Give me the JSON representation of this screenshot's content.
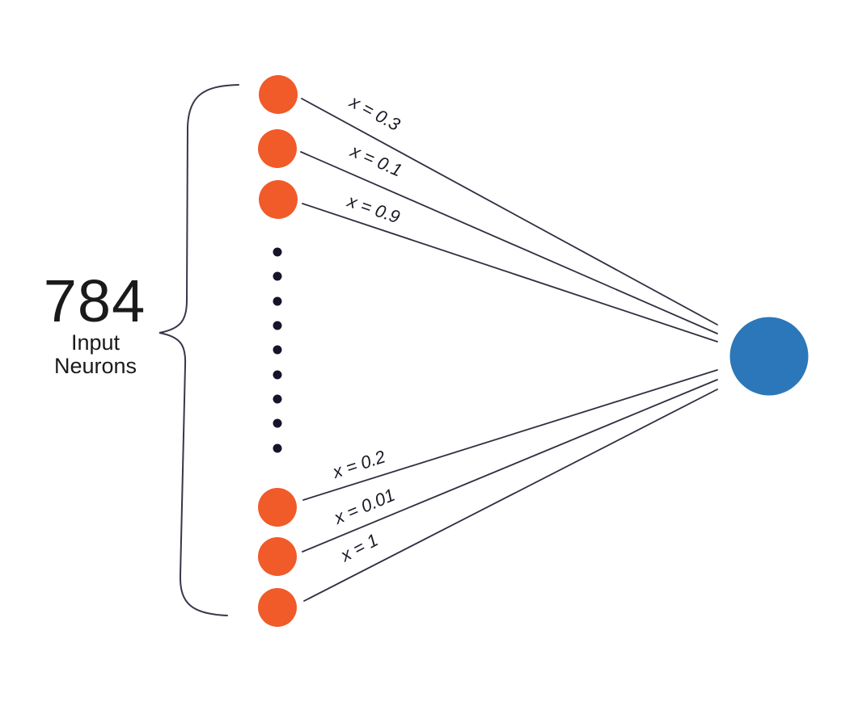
{
  "diagram": {
    "type": "neural-network-input-layer",
    "background": "#ffffff",
    "input_brace": {
      "count": "784",
      "label_line1": "Input",
      "label_line2": "Neurons"
    },
    "edges": [
      {
        "label": "x = 0.3"
      },
      {
        "label": "x = 0.1"
      },
      {
        "label": "x = 0.9"
      },
      {
        "label": "x = 0.2"
      },
      {
        "label": "x = 0.01"
      },
      {
        "label": "x = 1"
      }
    ],
    "colors": {
      "input_neuron": "#F15A29",
      "output_neuron": "#2B77B9",
      "edge_line": "#322E40",
      "brace": "#3A3648",
      "ellipsis_dot": "#16132A",
      "text": "#1A1A1A"
    },
    "counts": {
      "visible_input_neurons": 6,
      "ellipsis_dots": 9,
      "output_neurons": 1
    }
  }
}
